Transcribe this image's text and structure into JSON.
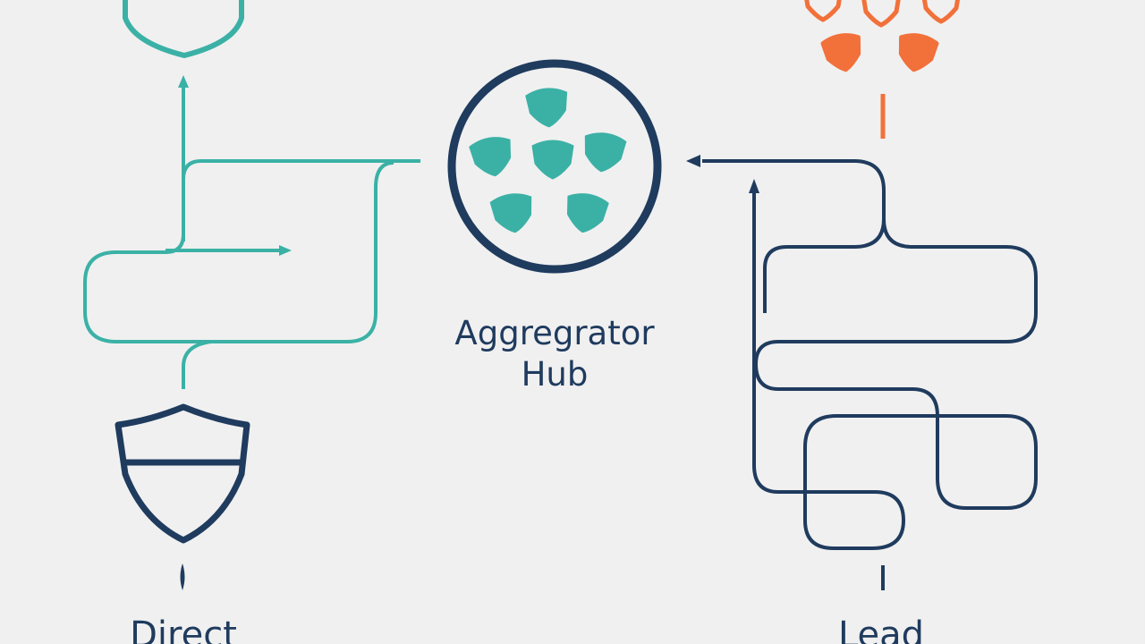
{
  "labels": {
    "hub_line1": "Aggregrator",
    "hub_line2": "Hub",
    "direct": "Direct",
    "lead": "Lead"
  },
  "colors": {
    "background": "#f0f0f0",
    "teal": "#3bb1a6",
    "navy": "#1f3b5e",
    "orange": "#f2703a",
    "white": "#ffffff"
  },
  "icons": {
    "top_left": "shield-icon",
    "bottom_left": "shield-icon",
    "hub": "hub-circle-icon",
    "top_right": "shield-cluster-icon"
  }
}
